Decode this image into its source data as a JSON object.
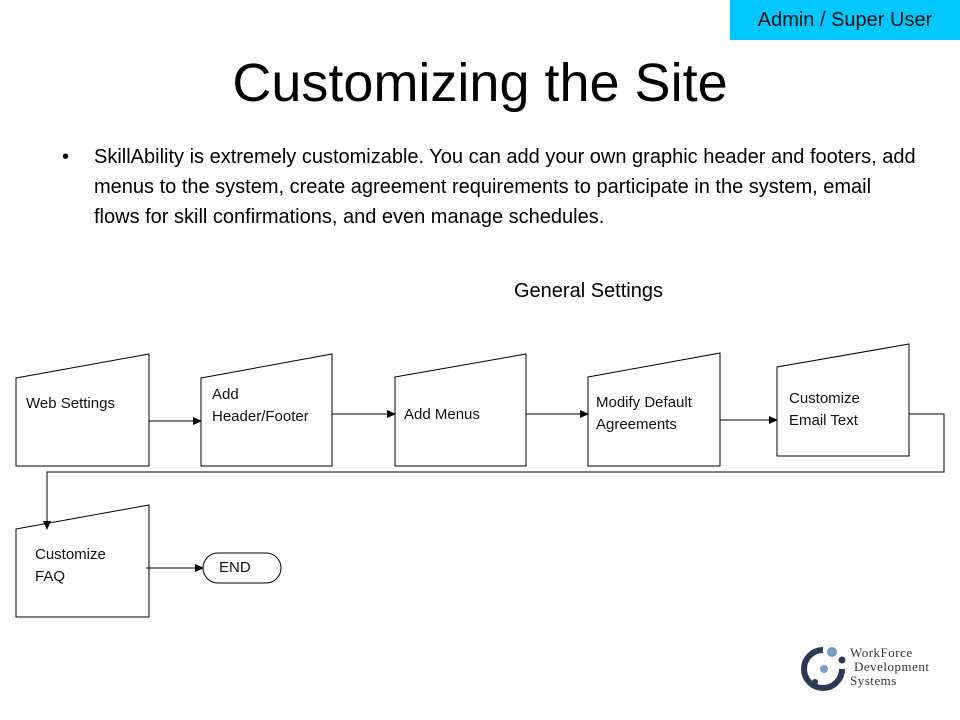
{
  "badge": {
    "label": "Admin / Super User",
    "color": "#00c8ff"
  },
  "title": "Customizing the Site",
  "bullets": [
    "SkillAbility is extremely customizable.  You can add your own graphic header and footers, add menus to the system, create agreement requirements to participate in the system, email flows for skill confirmations, and even manage schedules."
  ],
  "diagram": {
    "subtitle": "General Settings",
    "steps": [
      {
        "line1": "Web Settings",
        "line2": ""
      },
      {
        "line1": "Add",
        "line2": "Header/Footer"
      },
      {
        "line1": "Add Menus",
        "line2": ""
      },
      {
        "line1": "Modify Default",
        "line2": "Agreements"
      },
      {
        "line1": "Customize",
        "line2": "Email Text"
      },
      {
        "line1": "Customize",
        "line2": "FAQ"
      }
    ],
    "end_label": "END"
  },
  "logo": {
    "line1": "WorkForce",
    "line2": "Development",
    "line3": "Systems",
    "colors": {
      "dark": "#2a3a55",
      "light": "#7a9cc0"
    }
  }
}
